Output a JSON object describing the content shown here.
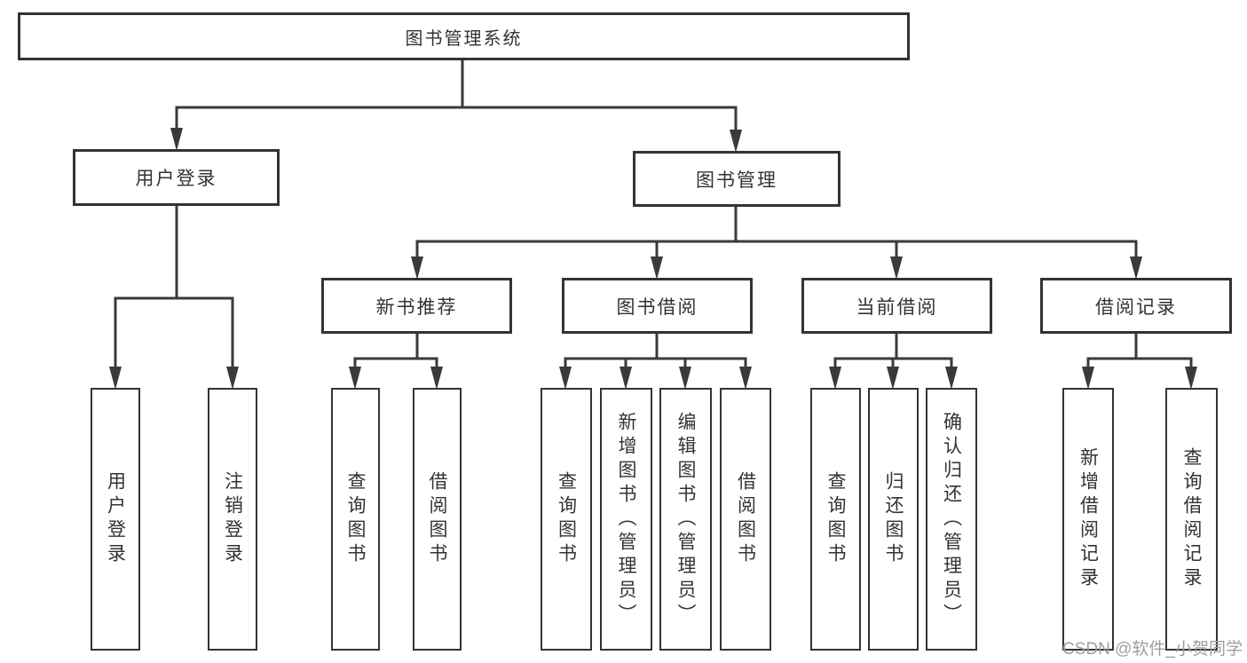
{
  "colors": {
    "line": "#3a3a3a",
    "border": "#333333",
    "box_bg": "#ffffff",
    "page_bg": "#ffffff",
    "text": "#333333",
    "watermark": "#9e9e9e"
  },
  "nodes": {
    "root": "图书管理系统",
    "user_login": "用户登录",
    "book_management": "图书管理",
    "new_book_recommend": "新书推荐",
    "book_borrow": "图书借阅",
    "current_borrow": "当前借阅",
    "borrow_records": "借阅记录"
  },
  "leaves": {
    "user_login": [
      "用户登录",
      "注销登录"
    ],
    "new_book_recommend": [
      "查询图书",
      "借阅图书"
    ],
    "book_borrow": [
      "查询图书",
      "新增图书（管理员）",
      "编辑图书（管理员）",
      "借阅图书"
    ],
    "current_borrow": [
      "查询图书",
      "归还图书",
      "确认归还（管理员）"
    ],
    "borrow_records": [
      "新增借阅记录",
      "查询借阅记录"
    ]
  },
  "watermark": "CSDN @软件_小贺同学"
}
